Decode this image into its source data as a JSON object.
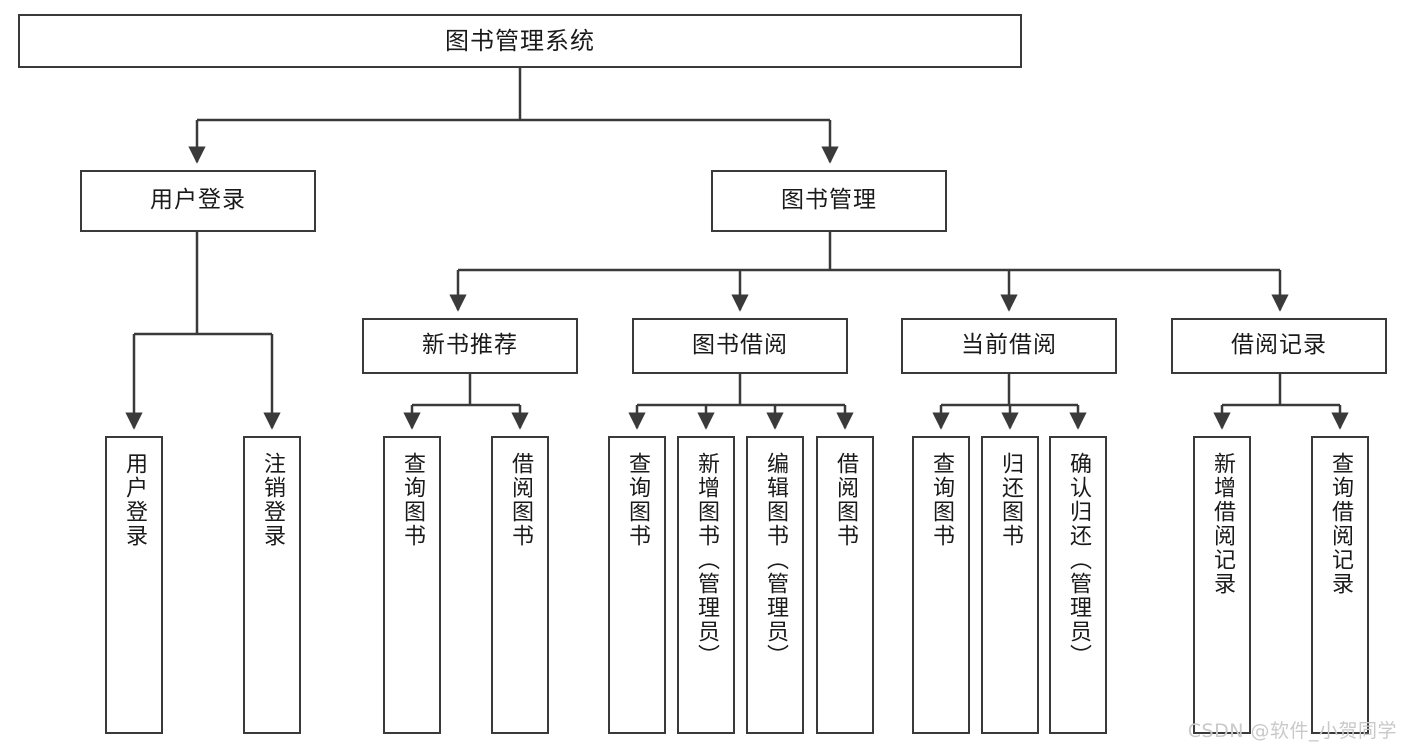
{
  "diagram": {
    "type": "hierarchy-tree",
    "title": "图书管理系统",
    "background_color": "#ffffff",
    "line_color": "#3a3a3a",
    "text_color": "#1a1a1a",
    "levels": {
      "root": {
        "label": "图书管理系统"
      },
      "level2": [
        {
          "label": "用户登录"
        },
        {
          "label": "图书管理"
        }
      ],
      "level3": [
        {
          "label": "新书推荐"
        },
        {
          "label": "图书借阅"
        },
        {
          "label": "当前借阅"
        },
        {
          "label": "借阅记录"
        }
      ],
      "leaves": [
        {
          "label": "用户登录",
          "parent": "用户登录"
        },
        {
          "label": "注销登录",
          "parent": "用户登录"
        },
        {
          "label": "查询图书",
          "parent": "新书推荐"
        },
        {
          "label": "借阅图书",
          "parent": "新书推荐"
        },
        {
          "label": "查询图书",
          "parent": "图书借阅"
        },
        {
          "label": "新增图书（管理员）",
          "parent": "图书借阅"
        },
        {
          "label": "编辑图书（管理员）",
          "parent": "图书借阅"
        },
        {
          "label": "借阅图书",
          "parent": "图书借阅"
        },
        {
          "label": "查询图书",
          "parent": "当前借阅"
        },
        {
          "label": "归还图书",
          "parent": "当前借阅"
        },
        {
          "label": "确认归还（管理员）",
          "parent": "当前借阅"
        },
        {
          "label": "新增借阅记录",
          "parent": "借阅记录"
        },
        {
          "label": "查询借阅记录",
          "parent": "借阅记录"
        }
      ]
    }
  },
  "watermark": {
    "text": "CSDN @软件_小贺同学"
  }
}
